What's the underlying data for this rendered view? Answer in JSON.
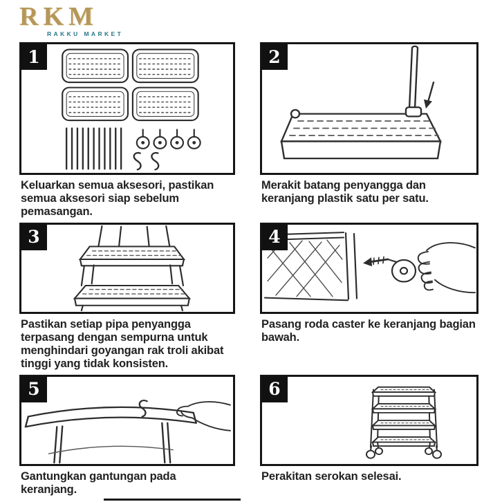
{
  "brand": {
    "name": "RKM",
    "tagline": "RAKKU MARKET"
  },
  "steps": [
    {
      "number": "1",
      "caption": "Keluarkan semua aksesori, pastikan semua aksesori siap sebelum pemasangan."
    },
    {
      "number": "2",
      "caption": "Merakit batang penyangga dan keranjang plastik satu per satu."
    },
    {
      "number": "3",
      "caption": "Pastikan setiap pipa penyangga terpasang dengan sempurna untuk menghindari goyangan rak troli akibat tinggi yang tidak konsisten."
    },
    {
      "number": "4",
      "caption": "Pasang roda caster ke keranjang bagian bawah."
    },
    {
      "number": "5",
      "caption": "Gantungkan gantungan pada keranjang."
    },
    {
      "number": "6",
      "caption": "Perakitan serokan selesai."
    }
  ],
  "colors": {
    "brand_gold": "#b5975a",
    "brand_teal": "#28768a",
    "panel_border": "#161616",
    "badge_bg": "#111111",
    "badge_text": "#ffffff",
    "caption_text": "#222222",
    "background": "#ffffff",
    "line_art": "#2d2d2d"
  }
}
